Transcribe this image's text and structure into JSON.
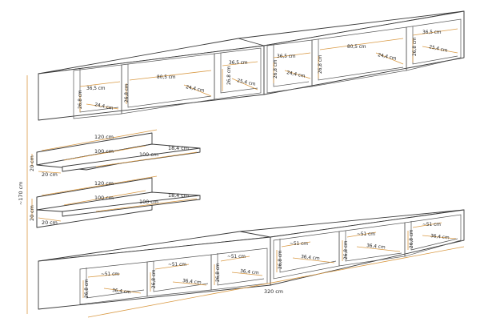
{
  "dimensions": {
    "total_height": "~170 cm",
    "total_width": "320 cm",
    "shelf_depth": "20 cm",
    "shelf_height": "20 cm",
    "shelf_width": "120 cm",
    "shelf_inner_width": "100 cm",
    "shelf_inner_depth": "18,4 cm",
    "cabinet_height": "26,8 cm",
    "cabinet_depth": "24,4 cm",
    "cabinet_small_width": "36,5 cm",
    "cabinet_large_width": "80,5 cm",
    "cabinet_large_height": "26,8 cm",
    "cabinet_depth_alt": "25,4 cm",
    "lowboard_width": "51 cm",
    "lowboard_depth": "36,4 cm",
    "lowboard_height": "26,8 cm"
  },
  "labels": {
    "top_left_small_w": "36,5 cm",
    "top_left_small_h": "26,8 cm",
    "top_left_small_d": "24,4 cm",
    "top_left_large_w": "80,5 cm",
    "top_left_large_h": "26,8 cm",
    "top_left_large_d": "24,4 cm",
    "top_mid_small_w": "36,5 cm",
    "top_mid_small_h": "26,8 cm",
    "top_mid_small_d": "25,4 cm",
    "top_right_small_w": "36,5 cm",
    "top_right_small_h": "26,8 cm",
    "top_right_small_d": "24,4 cm",
    "top_right_large_w": "80,5 cm",
    "top_right_large_h": "26,8 cm",
    "top_right_large_d": "24,4 cm",
    "top_far_small_w": "36,5 cm",
    "top_far_small_h": "26,8 cm",
    "top_far_small_d": "25,4 cm",
    "shelf1_w": "120 cm",
    "shelf1_inner": "100 cm",
    "shelf1_inner2": "100 cm",
    "shelf1_depth": "18,4 cm",
    "shelf1_h": "20 cm",
    "shelf1_d": "20 cm",
    "shelf2_w": "120 cm",
    "shelf2_inner": "100 cm",
    "shelf2_inner2": "100 cm",
    "shelf2_depth": "18,4 cm",
    "shelf2_h": "20 cm",
    "shelf2_d": "20 cm",
    "total_height": "~170 cm",
    "total_width": "320 cm",
    "low_c1_w": "~51 cm",
    "low_c1_h": "26,8 cm",
    "low_c1_d": "36,4 cm",
    "low_c2_w": "~51 cm",
    "low_c2_h": "26,8 cm",
    "low_c2_d": "36,4 cm",
    "low_c3_w": "~51 cm",
    "low_c3_h": "26,8 cm",
    "low_c3_d": "36,4 cm",
    "low_c4_w": "~51 cm",
    "low_c4_h": "26,8 cm",
    "low_c4_d": "36,4 cm",
    "low_c5_w": "~51 cm",
    "low_c5_h": "26,8 cm",
    "low_c5_d": "36,4 cm",
    "low_c6_w": "~51 cm",
    "low_c6_h": "26,8 cm",
    "low_c6_d": "36,4 cm"
  },
  "colors": {
    "outline": "#3a3a3a",
    "dimension_line": "#d99a45",
    "background": "#ffffff"
  }
}
